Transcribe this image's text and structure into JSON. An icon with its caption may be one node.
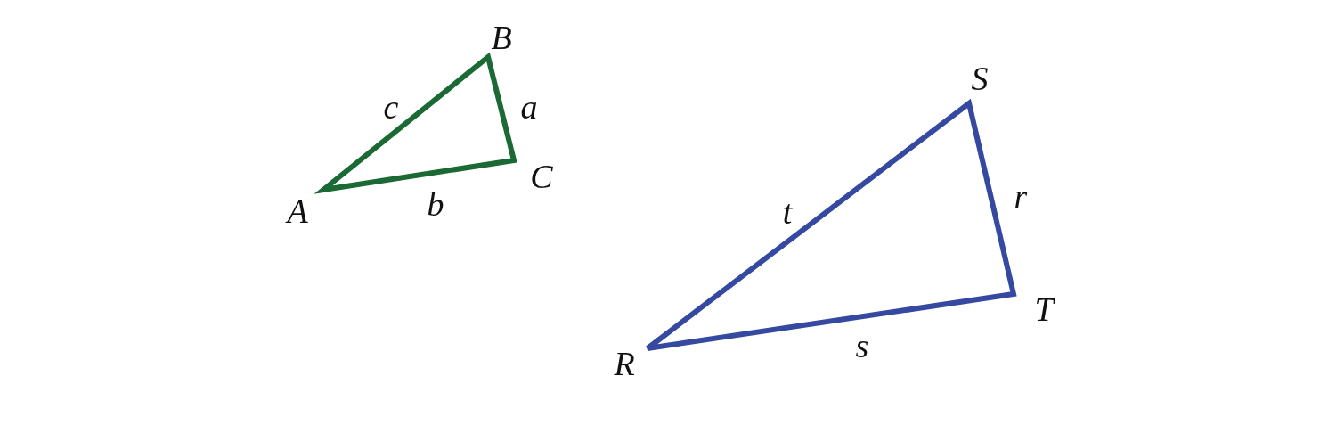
{
  "diagram": {
    "labels": [
      "B",
      "c",
      "a",
      "C",
      "A",
      "b",
      "S",
      "t",
      "r",
      "T",
      "R",
      "s"
    ]
  }
}
